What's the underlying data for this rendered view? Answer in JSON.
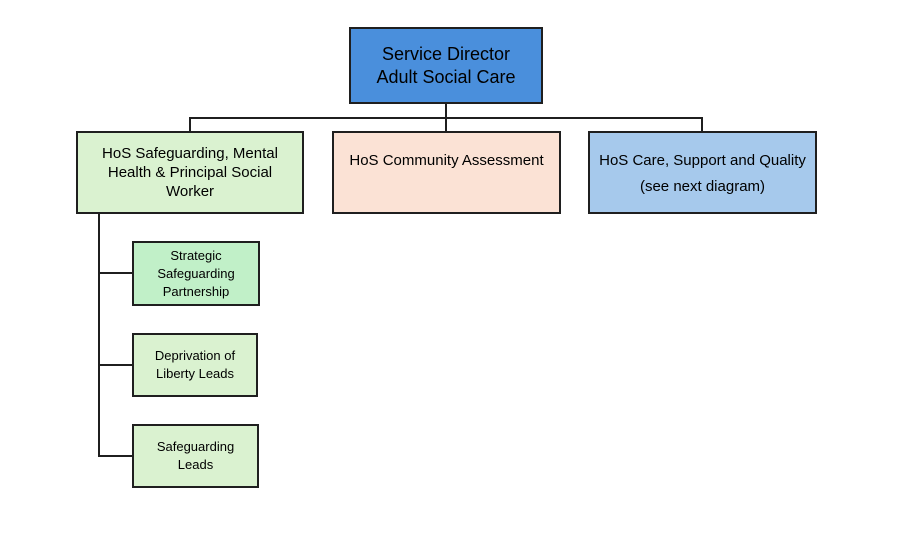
{
  "colors": {
    "director_fill": "#4a8fdc",
    "green_fill": "#daf2d0",
    "green_child_fill": "#c1f0c8",
    "peach_fill": "#fbe2d5",
    "blue_fill": "#a6c9ec",
    "line": "#1f1f1f"
  },
  "director": {
    "line1": "Service Director",
    "line2": "Adult Social Care"
  },
  "heads": [
    {
      "lines": [
        "HoS Safeguarding, Mental",
        "Health & Principal Social",
        "Worker"
      ]
    },
    {
      "lines": [
        "HoS Community Assessment"
      ]
    },
    {
      "lines": [
        "HoS Care, Support and Quality",
        "(see next diagram)"
      ]
    }
  ],
  "children": [
    {
      "lines": [
        "Strategic",
        "Safeguarding",
        "Partnership"
      ]
    },
    {
      "lines": [
        "Deprivation of",
        "Liberty Leads"
      ]
    },
    {
      "lines": [
        "Safeguarding",
        "Leads"
      ]
    }
  ]
}
